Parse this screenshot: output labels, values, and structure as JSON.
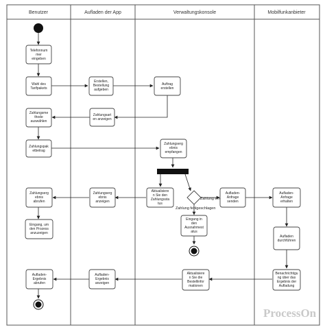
{
  "lanes": [
    {
      "title": "Benutzer"
    },
    {
      "title": "Aufladen der App"
    },
    {
      "title": "Verwaltungskonsole"
    },
    {
      "title": "Mobilfunkanbieter"
    }
  ],
  "activities": [
    {
      "lines": [
        "Telefonnum",
        "mer",
        "eingeben"
      ]
    },
    {
      "lines": [
        "Wahl des",
        "Tarifpakets"
      ]
    },
    {
      "lines": [
        "Erstellen,",
        "Bestellung",
        "aufgeben"
      ]
    },
    {
      "lines": [
        "Auftrag",
        "erstellen"
      ]
    },
    {
      "lines": [
        "Zahlungsart",
        "en anzeigen"
      ]
    },
    {
      "lines": [
        "Zahlungsme",
        "thode",
        "auswählen"
      ]
    },
    {
      "lines": [
        "Zahlungspak",
        "etbetrag"
      ]
    },
    {
      "lines": [
        "Zahlungserg",
        "ebnis",
        "empfangen"
      ]
    },
    {
      "lines": [
        "Zahlungserg",
        "ebnis",
        "abrufen"
      ]
    },
    {
      "lines": [
        "Zahlungserg",
        "ebnis",
        "anzeigen"
      ]
    },
    {
      "lines": [
        "Aktualisiere",
        "n Sie den",
        "Zahlungssta",
        "tus"
      ]
    },
    {
      "lines": [
        "Aufladen-",
        "Anfrage",
        "senden"
      ]
    },
    {
      "lines": [
        "Aufladen-",
        "Anfrage",
        "erhalten"
      ]
    },
    {
      "lines": [
        "Eingang, um",
        "den Prozess",
        "anzuzeigen"
      ]
    },
    {
      "lines": [
        "Eingang in",
        "den",
        "Ausnahmest",
        "atus"
      ]
    },
    {
      "lines": [
        "Aufladen",
        "durchführen"
      ]
    },
    {
      "lines": [
        "Aufladen-",
        "Ergebnis",
        "abrufen"
      ]
    },
    {
      "lines": [
        "Aufladen-",
        "Ergebnis",
        "anzeigen"
      ]
    },
    {
      "lines": [
        "Aktualisiere",
        "n Sie die",
        "Bestellinfor",
        "mationen"
      ]
    },
    {
      "lines": [
        "Benachrichtigu",
        "ng über das",
        "Ergebnis der",
        "Aufladung"
      ]
    }
  ],
  "guards": {
    "success": "Zahlung erfolg",
    "failure": "Zahlung fehlgeschlagen"
  },
  "watermark": "ProcessOn"
}
